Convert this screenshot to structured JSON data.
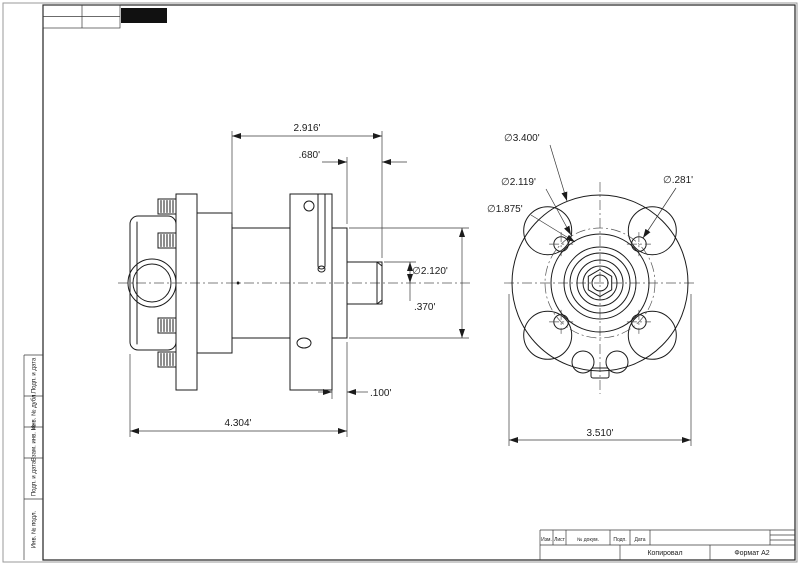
{
  "frame": {
    "left_labels": [
      "Подп. и дата",
      "Инв. № дубл.",
      "Взам. инв. №",
      "Подп. и дата",
      "Инв. № подл."
    ],
    "title_block": {
      "col_labels": [
        "Изм.",
        "Лист",
        "№ докум.",
        "Подп.",
        "Дата"
      ],
      "copied_label": "Копировал",
      "format_label": "Формат А2"
    }
  },
  "views": {
    "side": {
      "dims": {
        "width_top": "2.916'",
        "shaft_len": ".680'",
        "pilot_dia": "∅2.120'",
        "shaft_step": ".370'",
        "overall": "4.304'",
        "flange_gap": ".100'"
      }
    },
    "front": {
      "dims": {
        "outer_dia": "∅3.400'",
        "bolt_circle_dia": "∅2.119'",
        "pilot_dia": "∅1.875'",
        "hole_dia": "∅.281'",
        "width": "3.510'"
      }
    }
  }
}
